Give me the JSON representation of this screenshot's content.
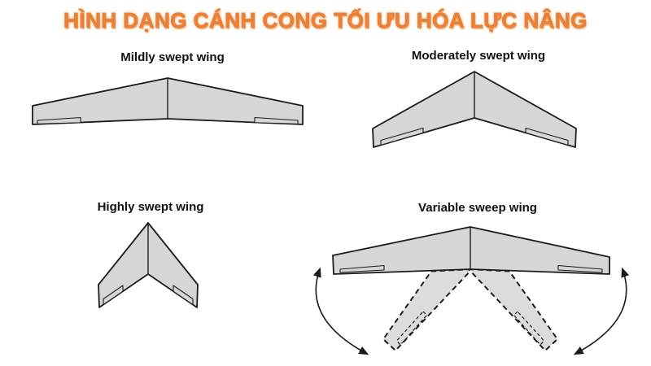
{
  "title": "HÌNH DẠNG CÁNH CONG TỐI ƯU HÓA LỰC NÂNG",
  "diagrams": [
    {
      "id": "mildly-swept",
      "label": "Mildly swept wing"
    },
    {
      "id": "moderately-swept",
      "label": "Moderately swept wing"
    },
    {
      "id": "highly-swept",
      "label": "Highly swept wing"
    },
    {
      "id": "variable-sweep",
      "label": "Variable sweep wing"
    }
  ],
  "colors": {
    "title_orange": "#EA8138",
    "title_halo": "#F6BE8E",
    "wing_fill": "#D6D6D6",
    "wing_fill_ghost": "#DCDCDC",
    "outline": "#1C1C1C",
    "label_color": "#111111",
    "background": "#FFFFFF"
  }
}
